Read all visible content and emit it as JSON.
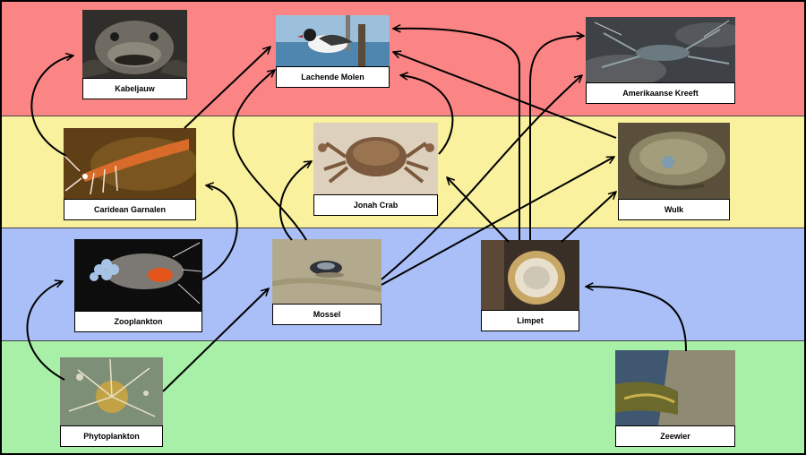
{
  "colors": {
    "band_top": "#fb8585",
    "band_upper_middle": "#f9f19d",
    "band_lower_middle": "#aabff7",
    "band_bottom": "#a8efa8",
    "arrow": "#000000",
    "label_bg": "#ffffff"
  },
  "nodes": {
    "kabeljauw": {
      "label": "Kabeljauw"
    },
    "lachende_molen": {
      "label": "Lachende Molen"
    },
    "amerikaanse_kreeft": {
      "label": "Amerikaanse Kreeft"
    },
    "caridean_garnalen": {
      "label": "Caridean Garnalen"
    },
    "jonah_crab": {
      "label": "Jonah Crab"
    },
    "wulk": {
      "label": "Wulk"
    },
    "zooplankton": {
      "label": "Zooplankton"
    },
    "mossel": {
      "label": "Mossel"
    },
    "limpet": {
      "label": "Limpet"
    },
    "phytoplankton": {
      "label": "Phytoplankton"
    },
    "zeewier": {
      "label": "Zeewier"
    }
  },
  "links": [
    {
      "from": "Phytoplankton",
      "to": "Zooplankton"
    },
    {
      "from": "Phytoplankton",
      "to": "Mossel"
    },
    {
      "from": "Zooplankton",
      "to": "Caridean Garnalen"
    },
    {
      "from": "Caridean Garnalen",
      "to": "Kabeljauw"
    },
    {
      "from": "Caridean Garnalen",
      "to": "Lachende Molen"
    },
    {
      "from": "Mossel",
      "to": "Lachende Molen"
    },
    {
      "from": "Mossel",
      "to": "Jonah Crab"
    },
    {
      "from": "Mossel",
      "to": "Amerikaanse Kreeft"
    },
    {
      "from": "Mossel",
      "to": "Wulk"
    },
    {
      "from": "Jonah Crab",
      "to": "Lachende Molen"
    },
    {
      "from": "Limpet",
      "to": "Lachende Molen"
    },
    {
      "from": "Limpet",
      "to": "Amerikaanse Kreeft"
    },
    {
      "from": "Limpet",
      "to": "Jonah Crab"
    },
    {
      "from": "Limpet",
      "to": "Wulk"
    },
    {
      "from": "Wulk",
      "to": "Lachende Molen"
    },
    {
      "from": "Zeewier",
      "to": "Limpet"
    }
  ]
}
